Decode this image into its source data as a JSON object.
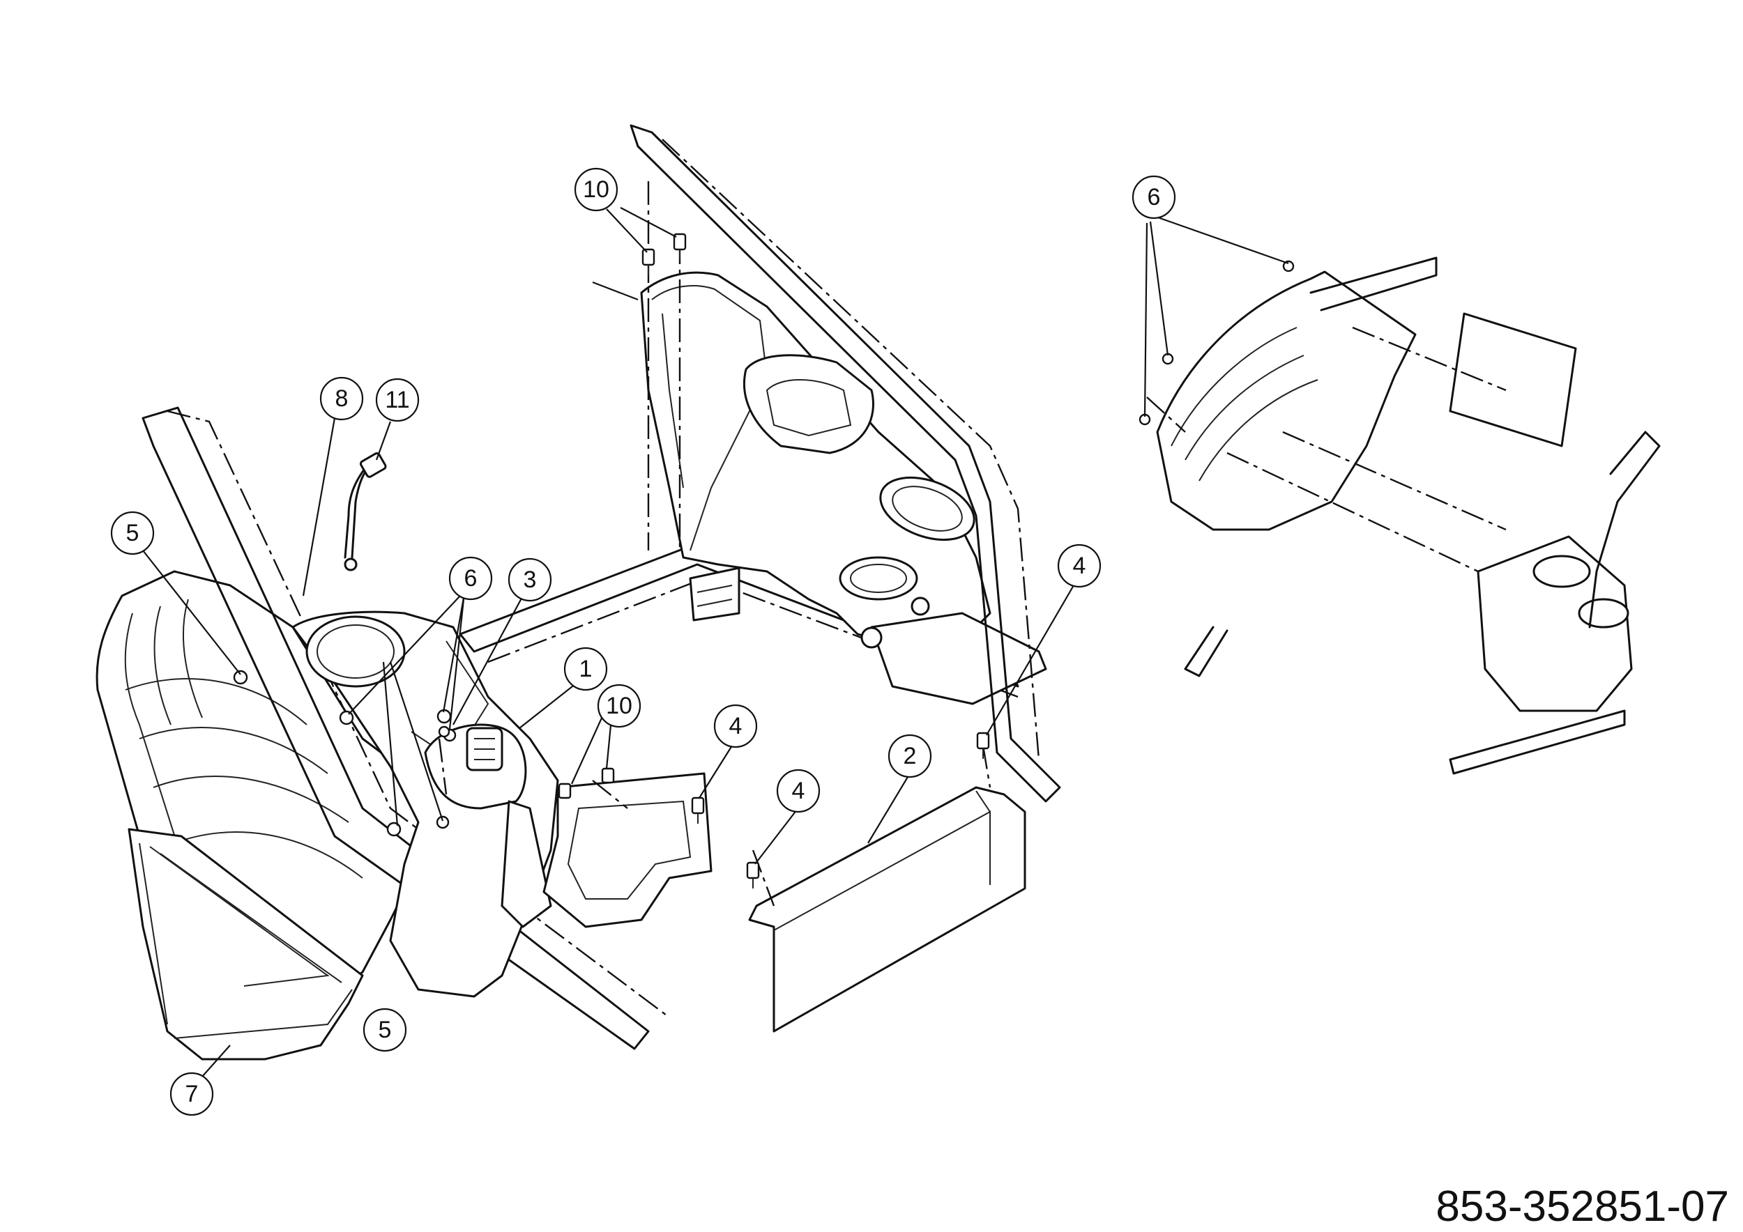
{
  "diagram": {
    "reference_number": "853-352851-07",
    "callouts": [
      "1",
      "2",
      "3",
      "4",
      "4",
      "4",
      "5",
      "5",
      "6",
      "6",
      "7",
      "8",
      "10",
      "10",
      "11"
    ]
  }
}
